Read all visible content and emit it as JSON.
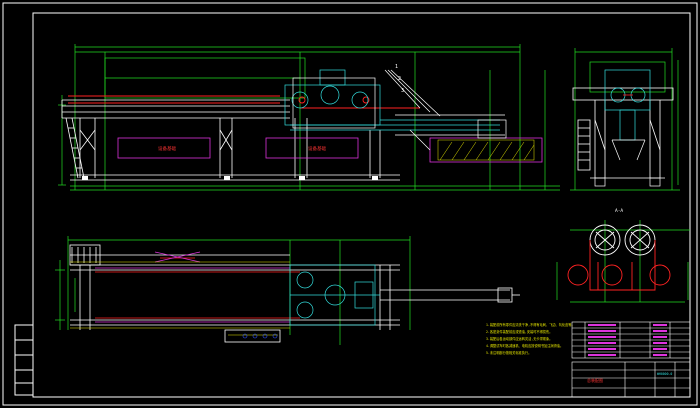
{
  "drawing": {
    "background": "#000000",
    "colors": {
      "frame": "#ffffff",
      "structure": "#ffffff",
      "outline_green": "#22dd22",
      "accent_red": "#ff2222",
      "dimension_yellow": "#e8e800",
      "part_magenta": "#dd33dd",
      "detail_cyan": "#33dddd",
      "hatch_blue": "#3355ff"
    },
    "title_block": {
      "drawing_number": "WH0000-0",
      "drawing_title": "总装配图"
    },
    "labels": {
      "label_left_pit": "设备基础",
      "label_mid_pit": "设备基础",
      "view_tag": "A-A",
      "leader_numbers": [
        "1",
        "2",
        "3"
      ]
    },
    "technical_notes": [
      "1.装配前所有零件应清洗干净,不得有毛刺、飞边、氧化皮等。",
      "2.各密封件装配前应浸透油,安装时不得损伤。",
      "3.装配后各运动部件应运转灵活,无卡滞现象。",
      "4.调整试车时各减速机、电机应按说明书加注润滑油。",
      "5.未注明部分按相关标准执行。"
    ]
  }
}
